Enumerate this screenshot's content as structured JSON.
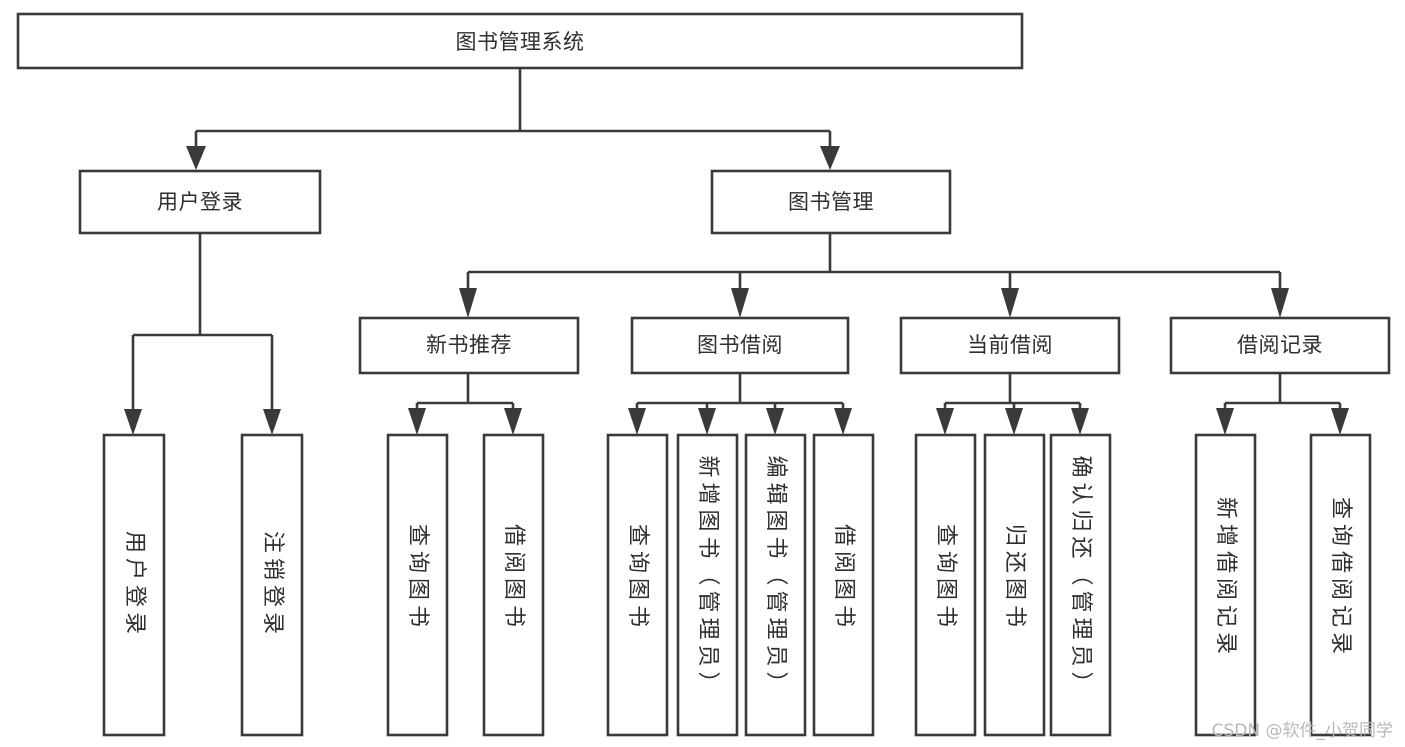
{
  "diagram": {
    "title": "图书管理系统",
    "type": "hierarchy-tree",
    "watermark": "CSDN @软件_小贺同学",
    "colors": {
      "background": "#ffffff",
      "box_border": "#3a3a3a",
      "box_fill": "#ffffff",
      "text": "#2f2f2f",
      "watermark": "#b9b9b9"
    },
    "levels": {
      "root": {
        "label": "图书管理系统"
      },
      "level2": [
        {
          "id": "user-login",
          "label": "用户登录"
        },
        {
          "id": "book-management",
          "label": "图书管理"
        }
      ],
      "level3": [
        {
          "id": "new-book-recommend",
          "label": "新书推荐"
        },
        {
          "id": "book-borrow",
          "label": "图书借阅"
        },
        {
          "id": "current-borrow",
          "label": "当前借阅"
        },
        {
          "id": "borrow-record",
          "label": "借阅记录"
        }
      ],
      "leaves": {
        "user_login": [
          {
            "id": "leaf-user-login",
            "label": "用户登录"
          },
          {
            "id": "leaf-logout-login",
            "label": "注销登录"
          }
        ],
        "new_book_recommend": [
          {
            "id": "leaf-query-book-1",
            "label": "查询图书"
          },
          {
            "id": "leaf-borrow-book-1",
            "label": "借阅图书"
          }
        ],
        "book_borrow": [
          {
            "id": "leaf-query-book-2",
            "label": "查询图书"
          },
          {
            "id": "leaf-add-book-admin",
            "label": "新增图书（管理员）"
          },
          {
            "id": "leaf-edit-book-admin",
            "label": "编辑图书（管理员）"
          },
          {
            "id": "leaf-borrow-book-2",
            "label": "借阅图书"
          }
        ],
        "current_borrow": [
          {
            "id": "leaf-query-book-3",
            "label": "查询图书"
          },
          {
            "id": "leaf-return-book",
            "label": "归还图书"
          },
          {
            "id": "leaf-confirm-return-admin",
            "label": "确认归还（管理员）"
          }
        ],
        "borrow_record": [
          {
            "id": "leaf-add-borrow-record",
            "label": "新增借阅记录"
          },
          {
            "id": "leaf-query-borrow-record",
            "label": "查询借阅记录"
          }
        ]
      }
    }
  }
}
